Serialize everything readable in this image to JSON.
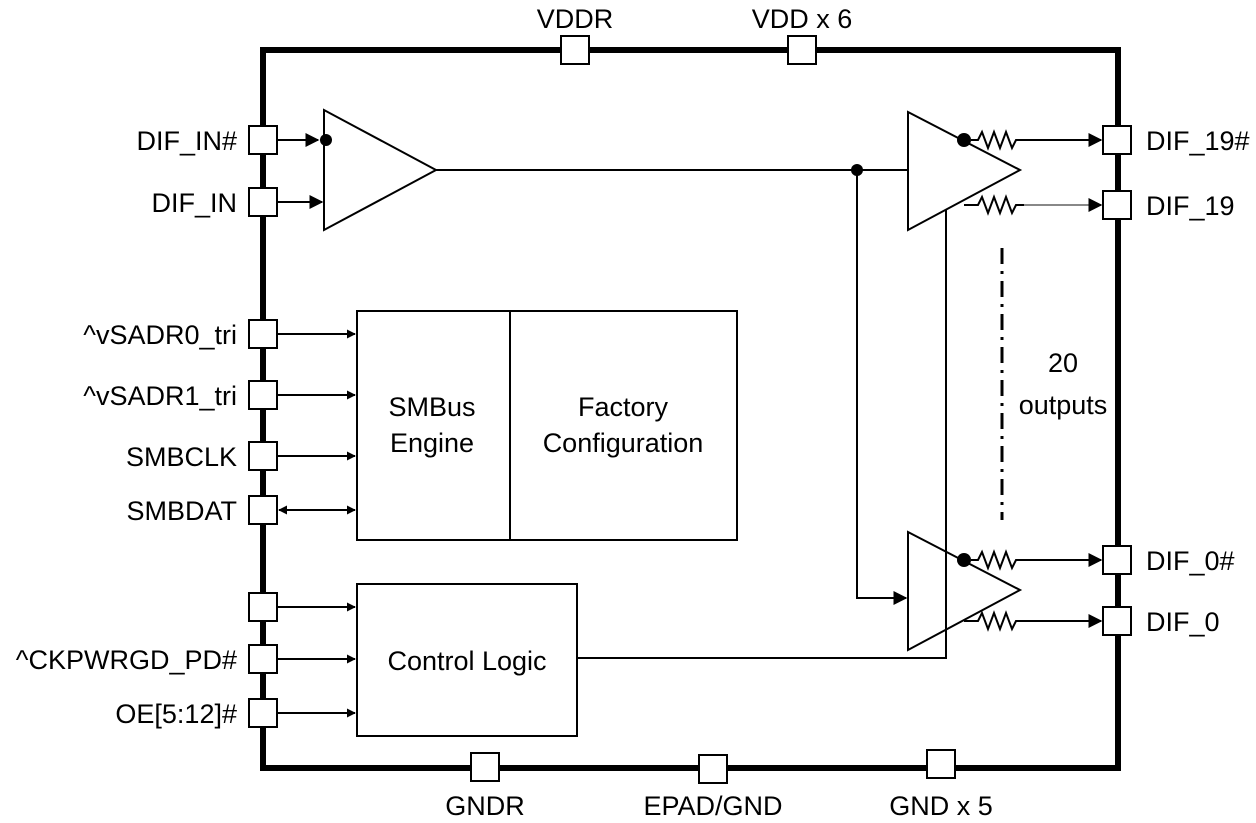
{
  "colors": {
    "line": "#000000",
    "background": "#ffffff",
    "muted_wire": "#888888"
  },
  "pins": {
    "top": {
      "vddr": "VDDR",
      "vdd": "VDD x 6"
    },
    "bottom": {
      "gndr": "GNDR",
      "epad": "EPAD/GND",
      "gnd": "GND x 5"
    },
    "left": {
      "dif_in_n": "DIF_IN#",
      "dif_in": "DIF_IN",
      "vsadr0": "^vSADR0_tri",
      "vsadr1": "^vSADR1_tri",
      "smbclk": "SMBCLK",
      "smbdat": "SMBDAT",
      "ckpwrgd": "^CKPWRGD_PD#",
      "oe": "OE[5:12]#"
    },
    "right": {
      "dif_19_n": "DIF_19#",
      "dif_19": "DIF_19",
      "dif_0_n": "DIF_0#",
      "dif_0": "DIF_0"
    }
  },
  "blocks": {
    "smbus_line1": "SMBus",
    "smbus_line2": "Engine",
    "factory_line1": "Factory",
    "factory_line2": "Configuration",
    "control_logic": "Control Logic"
  },
  "outputs_note": {
    "count": "20",
    "word": "outputs"
  }
}
